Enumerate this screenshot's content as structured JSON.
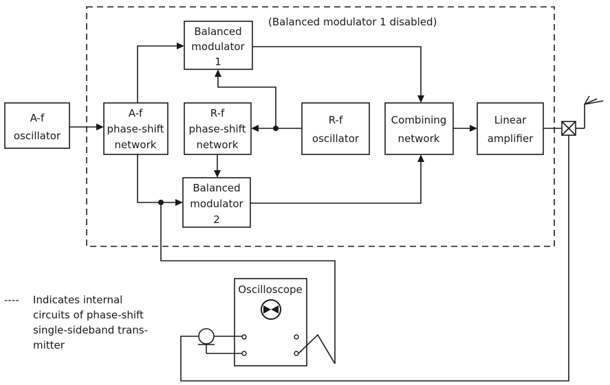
{
  "diagram": {
    "enclosure_note": "(Balanced modulator 1 disabled)",
    "blocks": {
      "af_oscillator": [
        "A-f",
        "oscillator"
      ],
      "af_phase_shift": [
        "A-f",
        "phase-shift",
        "network"
      ],
      "bal_mod_1": [
        "Balanced",
        "modulator",
        "1"
      ],
      "rf_phase_shift": [
        "R-f",
        "phase-shift",
        "network"
      ],
      "rf_oscillator": [
        "R-f",
        "oscillator"
      ],
      "bal_mod_2": [
        "Balanced",
        "modulator",
        "2"
      ],
      "combining": [
        "Combining",
        "network"
      ],
      "linear_amp": [
        "Linear",
        "amplifier"
      ],
      "oscilloscope": [
        "Oscilloscope"
      ]
    },
    "legend": {
      "symbol": "----",
      "lines": [
        "Indicates internal",
        "circuits of phase-shift",
        "single-sideband trans-",
        "mitter"
      ]
    }
  }
}
